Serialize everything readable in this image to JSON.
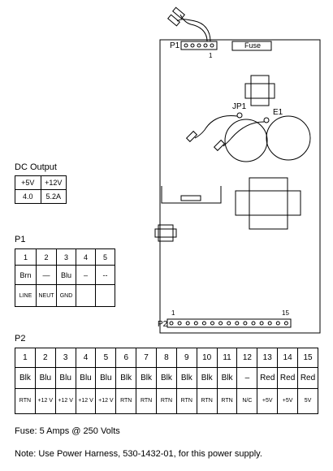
{
  "board": {
    "p1_label": "P1",
    "p1_pin1": "1",
    "fuse_label": "Fuse",
    "jp1_label": "JP1",
    "e1_label": "E1",
    "p2_label": "P2",
    "p2_pin_first": "1",
    "p2_pin_last": "15"
  },
  "dc_output": {
    "title": "DC Output",
    "headers": [
      "+5V",
      "+12V"
    ],
    "values": [
      "4.0",
      "5.2A"
    ]
  },
  "p1_table": {
    "title": "P1",
    "pins": [
      "1",
      "2",
      "3",
      "4",
      "5"
    ],
    "colors": [
      "Brn",
      "—",
      "Blu",
      "–",
      "--"
    ],
    "functions": [
      "LINE",
      "NEUT",
      "GND",
      "",
      ""
    ]
  },
  "p2_table": {
    "title": "P2",
    "pins": [
      "1",
      "2",
      "3",
      "4",
      "5",
      "6",
      "7",
      "8",
      "9",
      "10",
      "11",
      "12",
      "13",
      "14",
      "15"
    ],
    "colors": [
      "Blk",
      "Blu",
      "Blu",
      "Blu",
      "Blu",
      "Blk",
      "Blk",
      "Blk",
      "Blk",
      "Blk",
      "Blk",
      "–",
      "Red",
      "Red",
      "Red"
    ],
    "functions": [
      "RTN",
      "+12 V",
      "+12 V",
      "+12 V",
      "+12 V",
      "RTN",
      "RTN",
      "RTN",
      "RTN",
      "RTN",
      "RTN",
      "N/C",
      "+5V",
      "+5V",
      "5V"
    ]
  },
  "notes": {
    "fuse": "Fuse: 5 Amps @ 250 Volts",
    "harness": "Note: Use Power Harness, 530-1432-01, for this power supply."
  }
}
